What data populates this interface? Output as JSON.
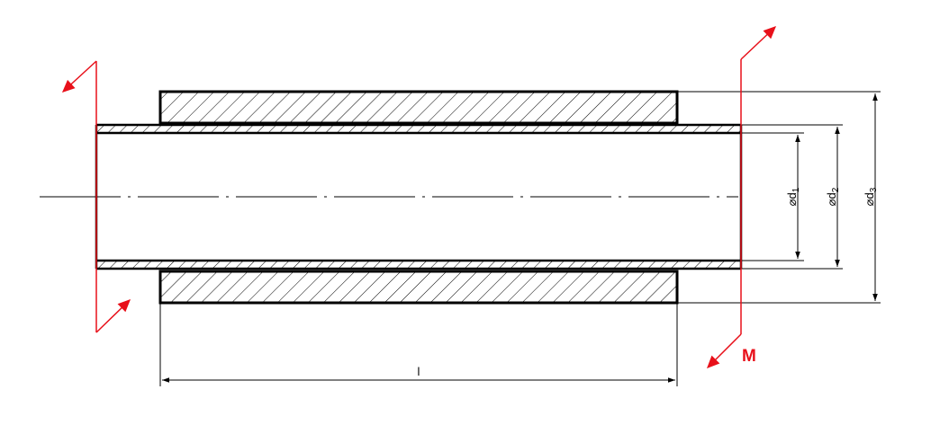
{
  "diagram": {
    "labels": {
      "d1": "⌀d",
      "d1_sub": "1",
      "d2": "⌀d",
      "d2_sub": "2",
      "d3": "⌀d",
      "d3_sub": "3",
      "length": "l",
      "moment": "M"
    },
    "colors": {
      "outline": "#000000",
      "moment": "#e8101a",
      "background": "#ffffff"
    }
  }
}
